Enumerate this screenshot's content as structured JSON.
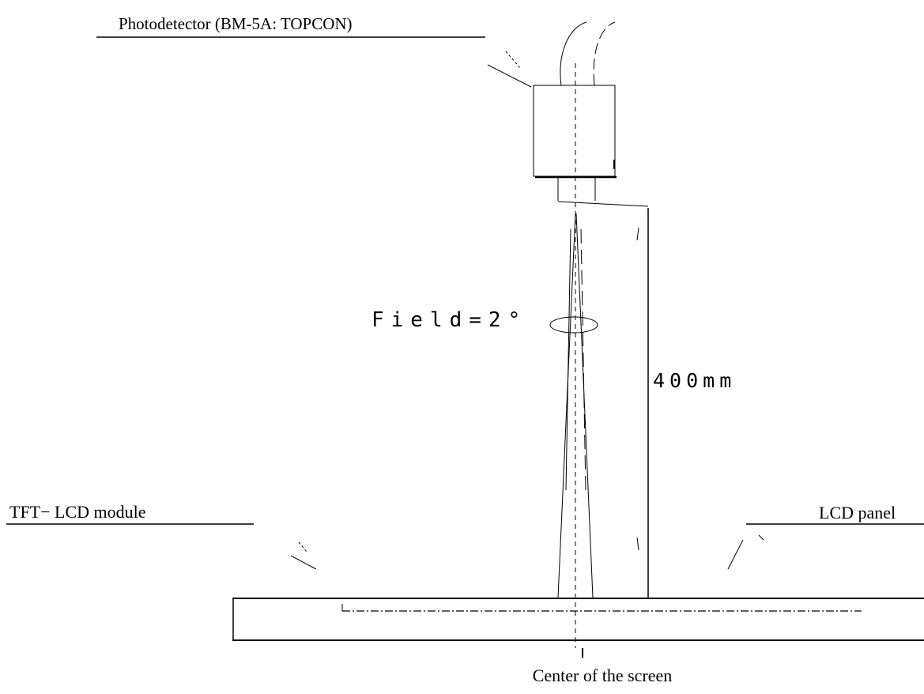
{
  "labels": {
    "photodetector": "Photodetector (BM-5A: TOPCON)",
    "field": "Field=2°",
    "distance": "400mm",
    "tft_module": "TFT− LCD module",
    "lcd_panel": "LCD panel",
    "center": "Center of the screen"
  }
}
